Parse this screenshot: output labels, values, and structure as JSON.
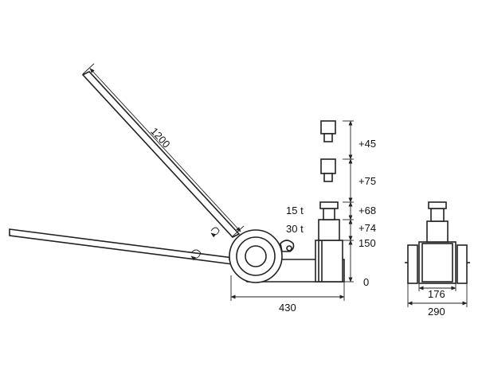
{
  "drawing": {
    "dimensions": {
      "handle_length": "1200",
      "base_length": "430",
      "inner_width": "176",
      "outer_width": "290"
    },
    "heights": {
      "h_extension_1": "+45",
      "h_extension_2": "+75",
      "h_stage1": "+68",
      "h_stage2": "+74",
      "h_min": "150",
      "h_floor": "0"
    },
    "capacity": {
      "stage1": "15 t",
      "stage2": "30 t"
    }
  }
}
